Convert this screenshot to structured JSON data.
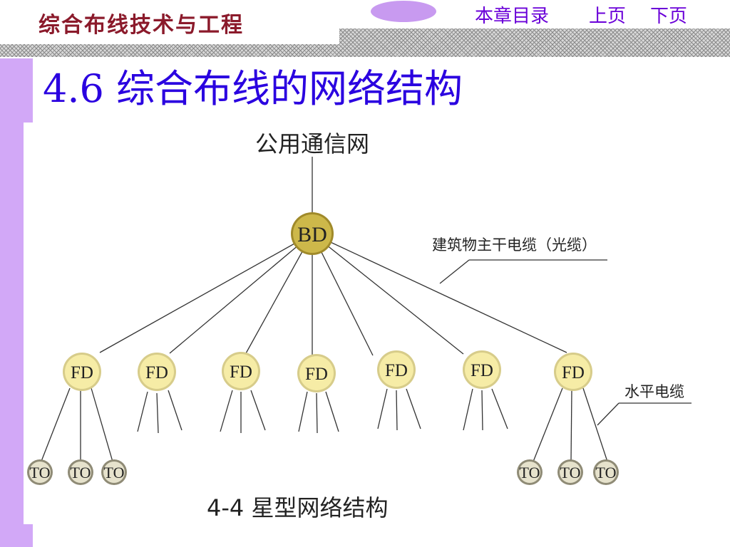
{
  "header": {
    "course_title": "综合布线技术与工程",
    "nav": {
      "toc": "本章目录",
      "prev": "上页",
      "next": "下页"
    }
  },
  "slide": {
    "title": "4.6  综合布线的网络结构"
  },
  "diagram": {
    "top_label": "公用通信网",
    "bd": "BD",
    "fd_label": "FD",
    "to_label": "TO",
    "backbone_label": "建筑物主干电缆（光缆）",
    "horizontal_label": "水平电缆",
    "caption": "4-4  星型网络结构"
  },
  "colors": {
    "bd_fill": "#cdb84a",
    "fd_fill": "#f6eca6",
    "to_fill": "#e6e2cc",
    "title_color": "#2a00e0",
    "accent_purple": "#d2a8f7"
  }
}
